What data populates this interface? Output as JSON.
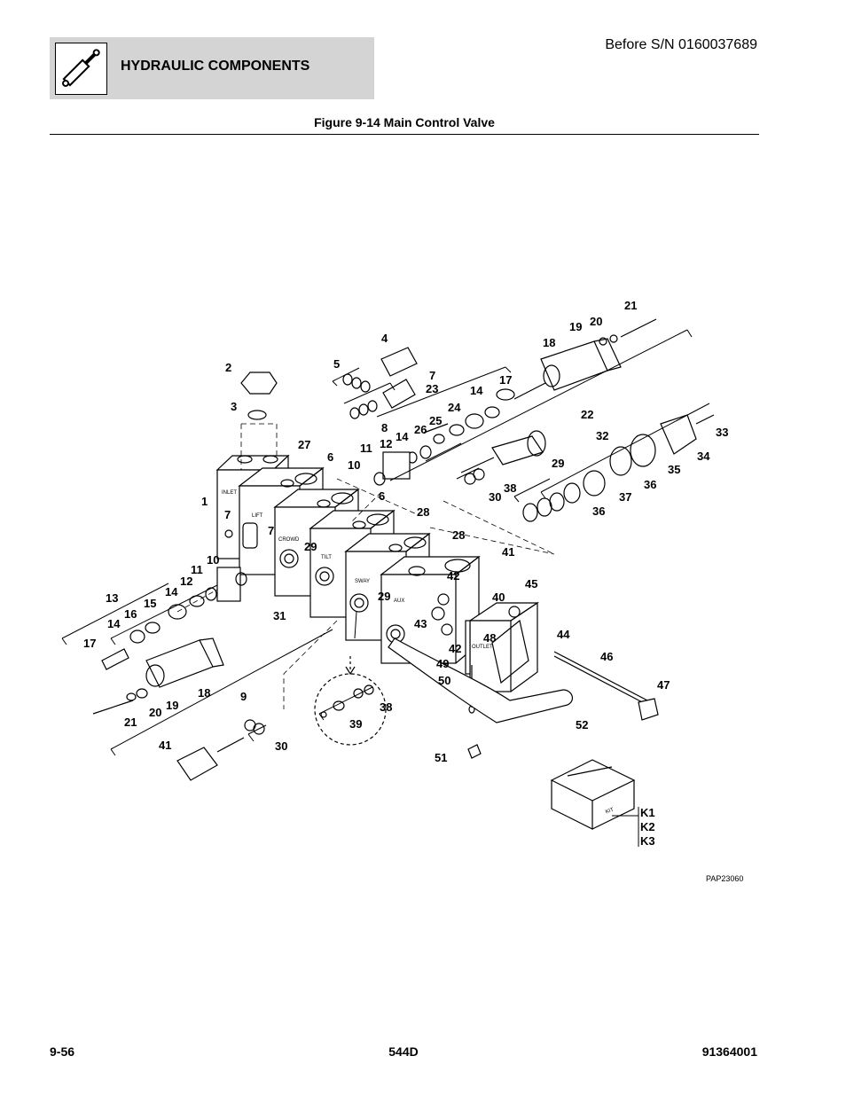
{
  "header": {
    "section_title": "HYDRAULIC COMPONENTS",
    "icon": "hydraulic-cylinder-icon",
    "serial": "Before S/N 0160037689"
  },
  "figure": {
    "title": "Figure 9-14 Main Control Valve",
    "drawing_id": "PAP23060",
    "section_labels": [
      "INLET",
      "LIFT",
      "CROWD",
      "TILT",
      "SWAY",
      "AUX",
      "OUTLET"
    ],
    "kit_box_label": "KIT",
    "kit_items": [
      "K1",
      "K2",
      "K3"
    ],
    "callouts": [
      "1",
      "2",
      "3",
      "4",
      "5",
      "6",
      "6",
      "7",
      "7",
      "7",
      "8",
      "9",
      "10",
      "10",
      "11",
      "11",
      "12",
      "12",
      "13",
      "14",
      "14",
      "14",
      "14",
      "15",
      "16",
      "17",
      "17",
      "18",
      "18",
      "19",
      "19",
      "20",
      "20",
      "21",
      "21",
      "22",
      "23",
      "24",
      "25",
      "26",
      "27",
      "28",
      "28",
      "29",
      "29",
      "29",
      "30",
      "30",
      "31",
      "32",
      "33",
      "34",
      "35",
      "36",
      "36",
      "37",
      "38",
      "38",
      "39",
      "40",
      "41",
      "41",
      "42",
      "42",
      "43",
      "44",
      "45",
      "46",
      "47",
      "48",
      "49",
      "50",
      "51",
      "52"
    ]
  },
  "footer": {
    "page_number": "9-56",
    "model": "544D",
    "doc_number": "91364001"
  }
}
